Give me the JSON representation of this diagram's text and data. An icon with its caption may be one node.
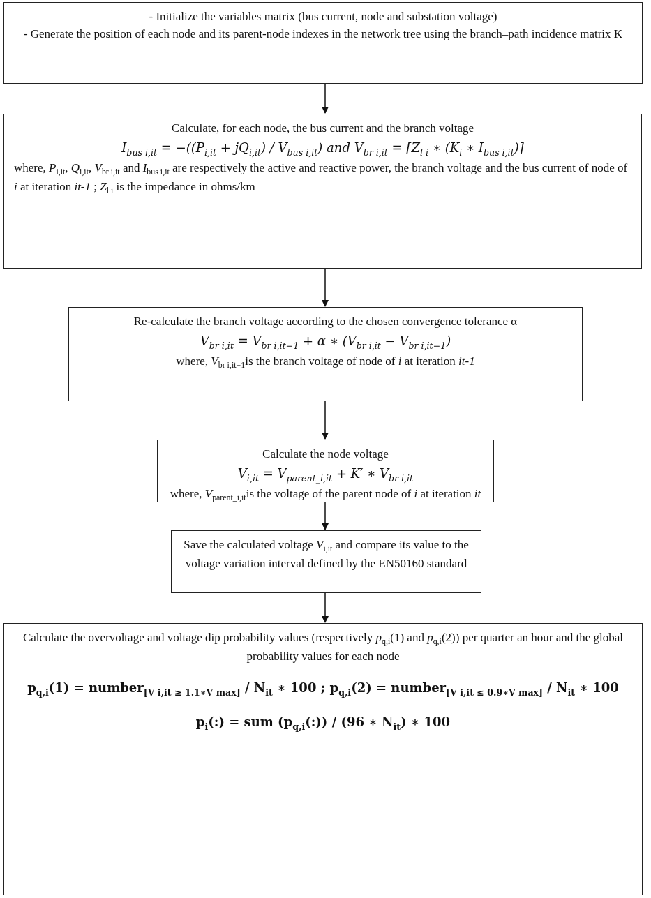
{
  "diagram": {
    "nodes": [
      {
        "text": [
          "- Initialize the variables matrix (bus current, node and substation voltage)",
          "- Generate the position of each node and its parent-node indexes in the network tree using the branch–path incidence matrix K"
        ]
      },
      {
        "text": [
          "Calculate, for each node, the bus current and the branch voltage",
          "I$_{bus i,it}$ = −((P$_{i,it}$ + jQ$_{i,it}$) / V$_{bus i,it}$) and V$_{br i,it}$ = [Z$_{l i}$ ∗ (K$_{i}$ ∗ I$_{bus i,it}$)]",
          "where, *P*$_{i,it}$, *Q*$_{i,it}$, *V*$_{br i,it}$ and *I*$_{bus i,it}$ are respectively the active and reactive power, the branch voltage and the bus current of node of *i* at iteration *it-1* ; *Z*$_{l i}$ is the impedance in ohms/km"
        ]
      },
      {
        "text": [
          "Re-calculate the branch voltage according to the chosen convergence tolerance α",
          "V$_{br i,it}$ = V$_{br i,it−1}$ + α ∗ (V$_{br i,it}$ − V$_{br i,it−1}$)",
          "where, *V*$_{br i,it−1}$is the branch voltage of node of *i* at iteration *it-1*"
        ]
      },
      {
        "text": [
          "Calculate the node voltage",
          "V$_{i,it}$ = V$_{parent_i,it}$ + K′ ∗ V$_{br i,it}$",
          "where, *V*$_{parent_i,it}$is the voltage of the parent node of *i* at iteration *it*"
        ]
      },
      {
        "text": [
          "Save the calculated voltage *V*$_{i,it}$ and compare its value to the voltage variation interval defined by the EN50160 standard"
        ]
      },
      {
        "text": [
          "Calculate the overvoltage and voltage dip probability values (respectively *p*$_{q,i}$(1) and *p*$_{q,i}$(2)) per quarter an hour and the global probability values for each node",
          "p$_{q,i}$(1) = number$_{[V i,it ≥ 1.1∗V max]}$ / N$_{it}$ ∗ 100 ; p$_{q,i}$(2) = number$_{[V i,it ≤ 0.9∗V max]}$ / N$_{it}$ ∗ 100",
          "p$_{i}$(:) = sum (p$_{q,i}$(:)) / (96 ∗ N$_{it}$) ∗ 100"
        ]
      }
    ],
    "edges": [
      {
        "from": 0,
        "to": 1,
        "arrow": "to"
      },
      {
        "from": 1,
        "to": 2,
        "arrow": "to"
      },
      {
        "from": 2,
        "to": 3,
        "arrow": "to"
      },
      {
        "from": 3,
        "to": 4,
        "arrow": "to"
      },
      {
        "from": 4,
        "to": 5,
        "arrow": "to"
      }
    ]
  }
}
